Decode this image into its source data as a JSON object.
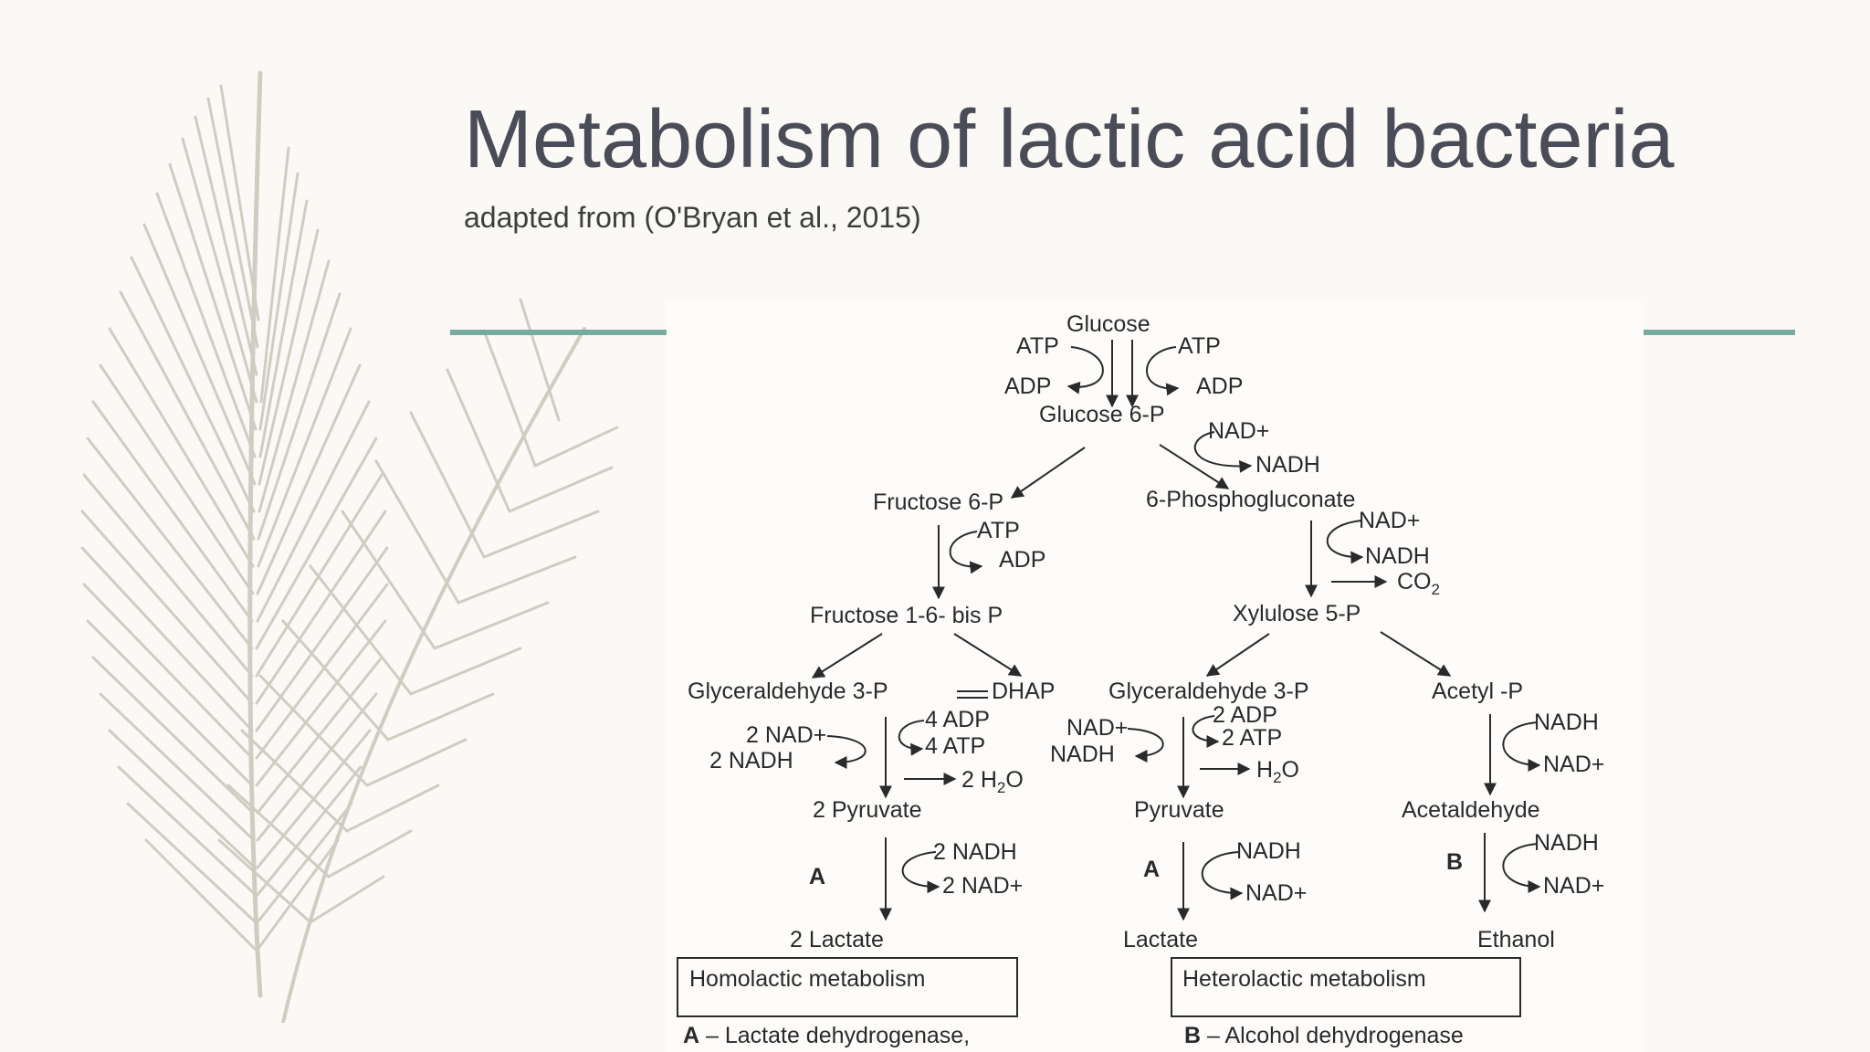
{
  "slide": {
    "title": "Metabolism of lactic acid bacteria",
    "subtitle": "adapted from (O'Bryan et al., 2015)"
  },
  "colors": {
    "title": "#4a4c57",
    "accent_rule": "#78aba0",
    "background": "#faf9f6",
    "feather": "#c9c9bd"
  },
  "diagram": {
    "glucose": "Glucose",
    "atp_left": "ATP",
    "adp_left": "ADP",
    "atp_right": "ATP",
    "adp_right": "ADP",
    "glucose_6p": "Glucose 6-P",
    "nad_top": "NAD+",
    "nadh_top": "NADH",
    "fructose_6p": "Fructose 6-P",
    "phosphogluconate": "6-Phosphogluconate",
    "atp_fructose": "ATP",
    "adp_fructose": "ADP",
    "nad_pg": "NAD+",
    "nadh_pg": "NADH",
    "co2": "CO",
    "co2_sub": "2",
    "fructose_bisp": "Fructose 1-6- bis P",
    "xylulose_5p": "Xylulose 5-P",
    "gly3p_left": "Glyceraldehyde 3-P",
    "dhap": "DHAP",
    "gly3p_right": "Glyceraldehyde 3-P",
    "acetyl_p": "Acetyl -P",
    "homo_nad": "2 NAD+",
    "homo_nadh": "2 NADH",
    "homo_adp": "4 ADP",
    "homo_atp": "4 ATP",
    "homo_h2o": "2 H",
    "homo_h2o_sub": "2",
    "homo_h2o_tail": "O",
    "het_nad": "NAD+",
    "het_nadh": "NADH",
    "het_adp": "2 ADP",
    "het_atp": "2 ATP",
    "het_h2o": "H",
    "het_h2o_sub": "2",
    "het_h2o_tail": "O",
    "acetyl_nadh": "NADH",
    "acetyl_nad": "NAD+",
    "pyruvate_2": "2 Pyruvate",
    "pyruvate": "Pyruvate",
    "acetaldehyde": "Acetaldehyde",
    "label_a1": "A",
    "homo_lac_nadh": "2 NADH",
    "homo_lac_nad": "2 NAD+",
    "label_a2": "A",
    "het_lac_nadh": "NADH",
    "het_lac_nad": "NAD+",
    "label_b": "B",
    "eth_nadh": "NADH",
    "eth_nad": "NAD+",
    "lactate_2": "2 Lactate",
    "lactate": "Lactate",
    "ethanol": "Ethanol",
    "homolactic": "Homolactic metabolism",
    "heterolactic": "Heterolactic metabolism",
    "legend_a_key": "A",
    "legend_a": " – Lactate dehydrogenase,",
    "legend_b_key": "B",
    "legend_b": " – Alcohol dehydrogenase"
  }
}
